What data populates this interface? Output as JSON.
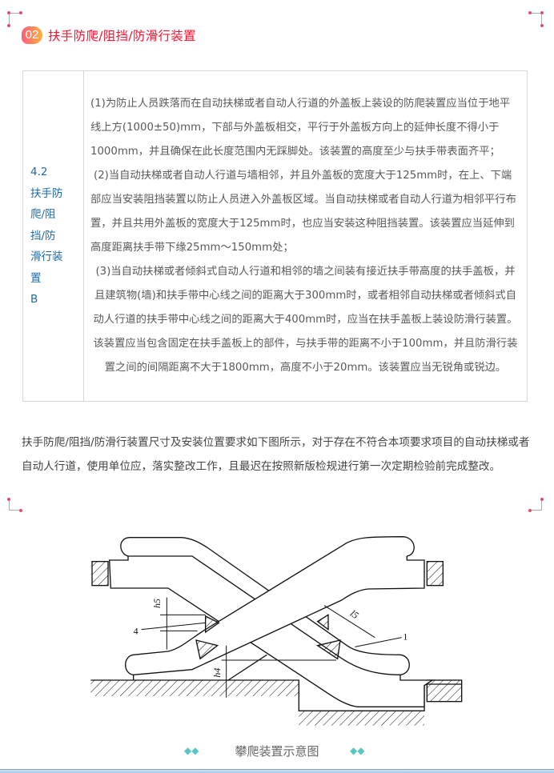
{
  "section": {
    "number": "02",
    "title": "扶手防爬/阻挡/防滑行装置"
  },
  "table": {
    "code_lines": [
      "4.2",
      "扶手防",
      "爬/阻",
      "挡/防",
      "滑行装",
      "置",
      "B"
    ],
    "paragraphs": [
      "(1)为防止人员跌落而在自动扶梯或者自动人行道的外盖板上装设的防爬装置应当位于地平线上方(1000±50)mm，下部与外盖板相交，平行于外盖板方向上的延伸长度不得小于1000mm，并且确保在此长度范围内无踩脚处。该装置的高度至少与扶手带表面齐平；",
      "(2)当自动扶梯或者自动人行道与墙相邻，并且外盖板的宽度大于125mm时，在上、下端部应当安装阻挡装置以防止人员进入外盖板区域。当自动扶梯或者自动人行道为相邻平行布置，并且共用外盖板的宽度大于125mm时，也应当安装这种阻挡装置。该装置应当延伸到高度距离扶手带下缘25mm～150mm处；",
      "(3)当自动扶梯或者倾斜式自动人行道和相邻的墙之间装有接近扶手带高度的扶手盖板，并且建筑物(墙)和扶手带中心线之间的距离大于300mm时，或者相邻自动扶梯或者倾斜式自动人行道的扶手带中心线之间的距离大于400mm时，应当在扶手盖板上装设防滑行装置。该装置应当包含固定在扶手盖板上的部件，与扶手带的距离不小于100mm，并且防滑行装置之间的间隔距离不大于1800mm，高度不小于20mm。该装置应当无锐角或锐边。"
    ]
  },
  "body_text": "扶手防爬/阻挡/防滑行装置尺寸及安装位置要求如下图所示，对于存在不符合本项要求项目的自动扶梯或者自动人行道，使用单位应，落实整改工作，且最迟在按照新版检规进行第一次定期检验前完成整改。",
  "figure": {
    "labels": {
      "h5": "h5",
      "h4": "h4",
      "l5": "l5",
      "item4": "4",
      "item1": "1"
    },
    "caption": "攀爬装置示意图"
  },
  "colors": {
    "accent_red": "#ff1030",
    "code_blue": "#1e6aa6",
    "diamond_teal": "#5cc6c2"
  }
}
